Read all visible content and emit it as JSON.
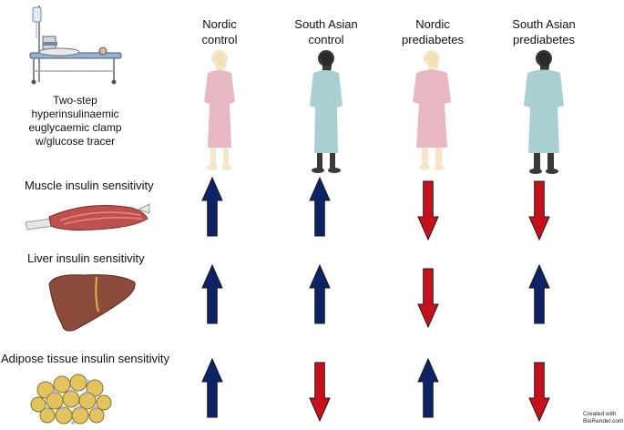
{
  "method": {
    "text": "Two-step\nhyperinsulinaemic\neuglycaemic clamp\nw/glucose tracer"
  },
  "columns": [
    {
      "label": "Nordic\ncontrol",
      "figure": "nordic-person-icon"
    },
    {
      "label": "South Asian\ncontrol",
      "figure": "south-asian-person-icon"
    },
    {
      "label": "Nordic\nprediabetes",
      "figure": "nordic-person-icon"
    },
    {
      "label": "South Asian\nprediabetes",
      "figure": "south-asian-person-icon"
    }
  ],
  "rows": [
    {
      "label": "Muscle insulin sensitivity",
      "icon": "muscle-icon",
      "arrows": [
        "up",
        "up",
        "down",
        "down"
      ]
    },
    {
      "label": "Liver insulin sensitivity",
      "icon": "liver-icon",
      "arrows": [
        "up",
        "up",
        "down",
        "up"
      ]
    },
    {
      "label": "Adipose tissue insulin sensitivity",
      "icon": "adipose-tissue-icon",
      "arrows": [
        "up",
        "down",
        "up",
        "down"
      ]
    }
  ],
  "colors": {
    "up_arrow": "#0e2266",
    "down_arrow": "#c8101a",
    "nordic_skin": "#f5e6c8",
    "nordic_gown": "#e8b9c2",
    "south_asian_skin": "#3a3a3a",
    "south_asian_gown": "#a9cfd3"
  },
  "credit": "Created with\nBioRender.com"
}
